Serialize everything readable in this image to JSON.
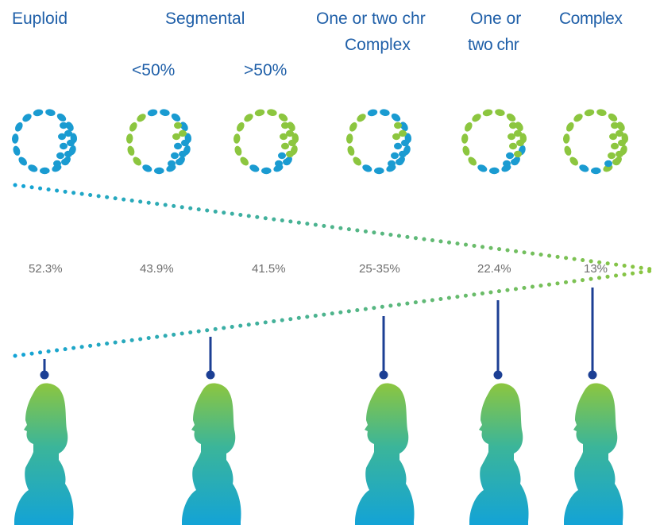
{
  "categories": [
    {
      "id": "euploid",
      "name": "Euploid",
      "rate": "52.3%"
    },
    {
      "id": "segmental",
      "name": "Segmental"
    },
    {
      "id": "segmental-low",
      "name": "<50%",
      "rate": "43.9%"
    },
    {
      "id": "segmental-high",
      "name": ">50%",
      "rate": "41.5%"
    },
    {
      "id": "one-two-complex",
      "name_line1": "One or two chr",
      "name_line2": "Complex",
      "rate": "25-35%"
    },
    {
      "id": "one-two",
      "name_line1": "One or",
      "name_line2": "two chr",
      "rate": "22.4%"
    },
    {
      "id": "complex",
      "name": "Complex",
      "rate": "13%"
    }
  ],
  "embryos": [
    {
      "id": "euploid",
      "green_fraction": 0.0
    },
    {
      "id": "segmental-low",
      "green_fraction": 0.35
    },
    {
      "id": "segmental-high",
      "green_fraction": 0.7
    },
    {
      "id": "one-two-complex",
      "green_fraction": 0.3
    },
    {
      "id": "one-two",
      "green_fraction": 0.65
    },
    {
      "id": "complex",
      "green_fraction": 0.85
    }
  ],
  "pregnancy_figures": [
    "euploid",
    "segmental",
    "one-two-complex",
    "one-two",
    "complex"
  ],
  "colors": {
    "label": "#1f5fa8",
    "percent": "#6e6e6e",
    "blue_cell": "#1a9bd1",
    "green_cell": "#8cc63f",
    "connector": "#1c3f94",
    "gradient_start": "#8cc63f",
    "gradient_end": "#13a3d6"
  }
}
